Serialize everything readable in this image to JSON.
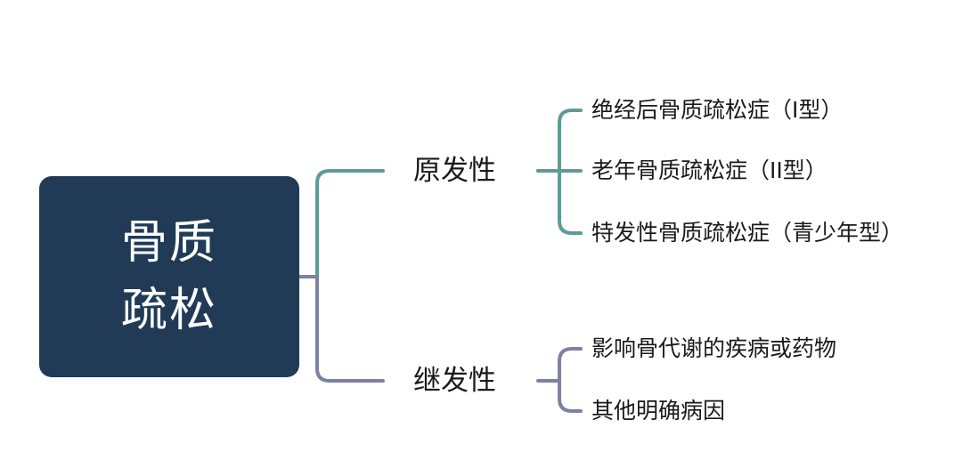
{
  "diagram": {
    "root": {
      "label": "骨质疏松"
    },
    "branches": [
      {
        "label": "原发性",
        "color": "#5e9b95",
        "children": [
          "绝经后骨质疏松症（I型）",
          "老年骨质疏松症（II型）",
          "特发性骨质疏松症（青少年型）"
        ]
      },
      {
        "label": "继发性",
        "color": "#7d82a3",
        "children": [
          "影响骨代谢的疾病或药物",
          "其他明确病因"
        ]
      }
    ]
  }
}
